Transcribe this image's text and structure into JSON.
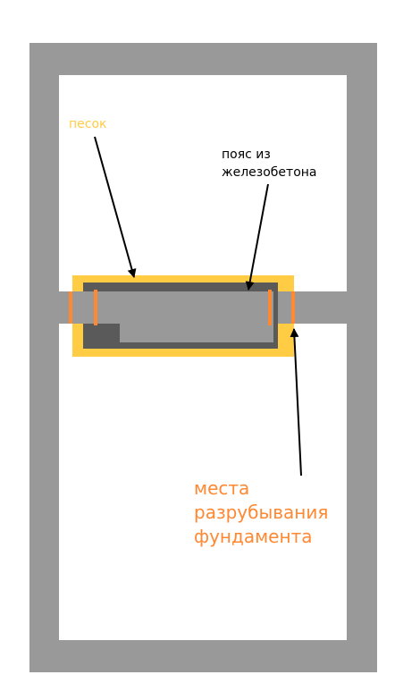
{
  "labels": {
    "sand": "песок",
    "belt_line1": "пояс из",
    "belt_line2": "железобетона",
    "cut_line1": "места",
    "cut_line2": "разрубывания",
    "cut_line3": "фундамента"
  },
  "colors": {
    "wall": "#999999",
    "belt": "#5a5a5a",
    "sand": "#ffcc44",
    "cut_marks": "#ff8833",
    "arrow": "#000000",
    "sand_label": "#ffcc44",
    "cut_label": "#ff8833",
    "belt_label": "#000000"
  }
}
